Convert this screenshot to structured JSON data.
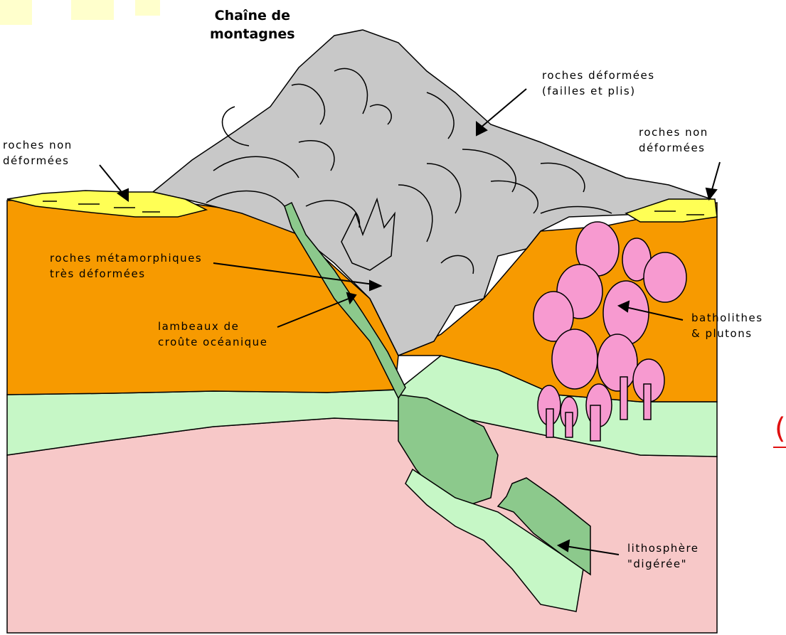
{
  "title": [
    "Chaîne de",
    "montagnes"
  ],
  "labels": {
    "roches_deformees": [
      "roches déformées",
      "(failles et plis)"
    ],
    "roches_non_deformees_left": [
      "roches non",
      "déformées"
    ],
    "roches_non_deformees_right": [
      "roches non",
      "déformées"
    ],
    "roches_metamorphiques": [
      "roches métamorphiques",
      "très déformées"
    ],
    "lambeaux": [
      "lambeaux de",
      "croûte océanique"
    ],
    "batholithes": [
      "batholithes",
      "& plutons"
    ],
    "lithosphere": [
      "lithosphère",
      "\"digérée\""
    ]
  },
  "edge_mark": "(",
  "colors": {
    "mountain": "#c8c8c8",
    "crust": "#f79a00",
    "sediment": "#ffff55",
    "mantle_lithosphere": "#c6f7c6",
    "asthenosphere": "#f7c8c8",
    "oceanic_slab": "#8cc98c",
    "plutons": "#f79ad0",
    "watermark": "#ffffc8",
    "edge_mark": "#e01010"
  }
}
